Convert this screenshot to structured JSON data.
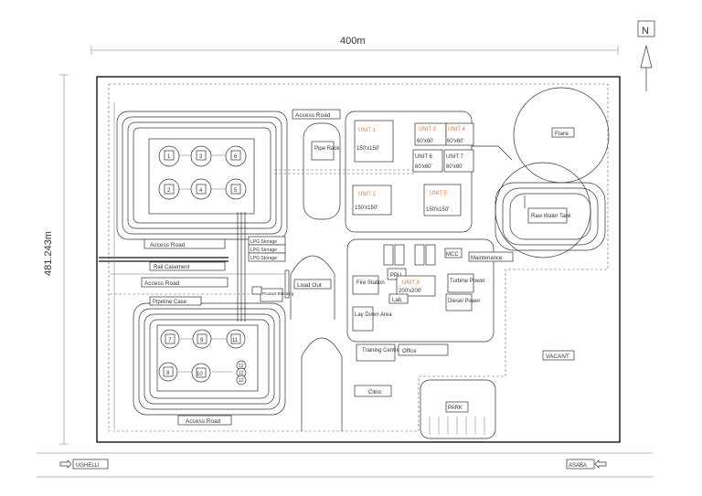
{
  "dimensions": {
    "width_label": "400m",
    "height_label": "481.243m"
  },
  "north": {
    "label": "N"
  },
  "roads": {
    "access_road_top": "Access Road",
    "access_road_mid": "Access Road",
    "access_road_lower": "Access Road",
    "access_road_bottom": "Access Road",
    "rail_casement": "Rail Casement",
    "pipeline_case": "Pipeline Case",
    "direction_left": "UGHELLI",
    "direction_right": "ASABA"
  },
  "tank_farm_north": {
    "tanks": [
      "1",
      "2",
      "3",
      "4",
      "5",
      "6"
    ]
  },
  "tank_farm_south": {
    "tanks": [
      "7",
      "8",
      "9",
      "10",
      "11",
      "12",
      "12",
      "12"
    ]
  },
  "lpg": {
    "storages": [
      "LPG Storage",
      "LPG Storage",
      "LPG Storage"
    ],
    "product_blending": "Product Blending"
  },
  "units": {
    "unit1": {
      "name": "UNIT 1",
      "size": "150'x150'"
    },
    "unit2": {
      "name": "UNIT 2",
      "size": "150'x150'"
    },
    "unit3": {
      "name": "UNIT 3",
      "size": "60'x60'"
    },
    "unit4": {
      "name": "UNIT 4",
      "size": "60'x60'"
    },
    "unit5": {
      "name": "UNIT 5",
      "size": "150'x150'"
    },
    "unit6": {
      "name": "UNIT 6",
      "size": "60'x60'"
    },
    "unit7": {
      "name": "UNIT 7",
      "size": "60'x60'"
    },
    "unit8": {
      "name": "UNIT 8",
      "size": "200'x200'"
    }
  },
  "facilities": {
    "pipe_rack": "Pipe Rack",
    "load_out": "Load Out",
    "fire_station": "Fire Station",
    "lay_down_area": "Lay Down Area",
    "training_centre": "Training Centre",
    "office": "Office",
    "clinic": "Clinic",
    "park": "PARK",
    "vacant": "VACANT",
    "flare": "Flare",
    "raw_water_tank": "Raw Water Tank",
    "ppu": "PPU",
    "lab": "Lab.",
    "mcc": "MCC",
    "maintenance": "Maintenance",
    "turbine_power": "Turbine Power",
    "diesel_power": "Diesel Power"
  },
  "colors": {
    "line": "#333333",
    "unit_label": "#e8743b",
    "background": "#ffffff"
  }
}
